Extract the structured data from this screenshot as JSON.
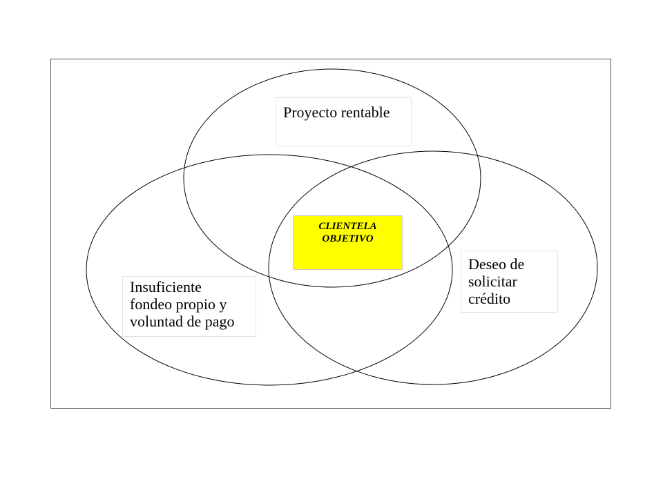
{
  "diagram": {
    "circles": [
      {
        "id": "top",
        "label_lines": [
          "Proyecto rentable"
        ]
      },
      {
        "id": "left",
        "label_lines": [
          "Insuficiente",
          "fondeo propio y",
          "voluntad de pago"
        ]
      },
      {
        "id": "right",
        "label_lines": [
          "Deseo de",
          "solicitar",
          "crédito"
        ]
      }
    ],
    "center": {
      "label_lines": [
        "CLIENTELA",
        "OBJETIVO"
      ],
      "fill_color": "#ffff00"
    },
    "stroke_color": "#000000"
  }
}
